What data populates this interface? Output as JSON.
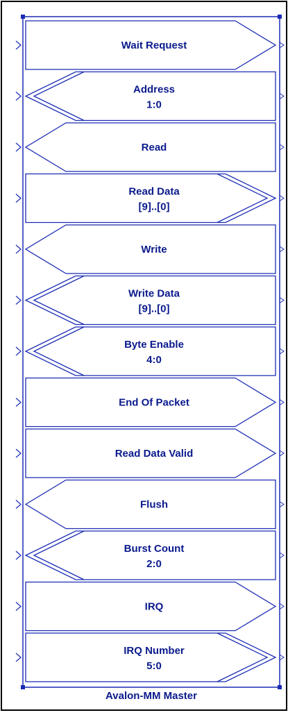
{
  "block": {
    "title": "Avalon-MM Master",
    "colors": {
      "line": "#1a2bb4",
      "text": "#0a1a8c",
      "frame": "#000000",
      "background": "#ffffff"
    }
  },
  "signals": [
    {
      "name": "Wait Request",
      "range": "",
      "shape": "in-single"
    },
    {
      "name": "Address",
      "range": "1:0",
      "shape": "out-double"
    },
    {
      "name": "Read",
      "range": "",
      "shape": "out-single"
    },
    {
      "name": "Read Data",
      "range": "[9]..[0]",
      "shape": "in-double"
    },
    {
      "name": "Write",
      "range": "",
      "shape": "out-single"
    },
    {
      "name": "Write Data",
      "range": "[9]..[0]",
      "shape": "out-double"
    },
    {
      "name": "Byte Enable",
      "range": "4:0",
      "shape": "out-double"
    },
    {
      "name": "End Of Packet",
      "range": "",
      "shape": "in-single"
    },
    {
      "name": "Read Data Valid",
      "range": "",
      "shape": "in-single"
    },
    {
      "name": "Flush",
      "range": "",
      "shape": "out-single"
    },
    {
      "name": "Burst Count",
      "range": "2:0",
      "shape": "out-double"
    },
    {
      "name": "IRQ",
      "range": "",
      "shape": "in-single"
    },
    {
      "name": "IRQ Number",
      "range": "5:0",
      "shape": "in-double"
    }
  ]
}
